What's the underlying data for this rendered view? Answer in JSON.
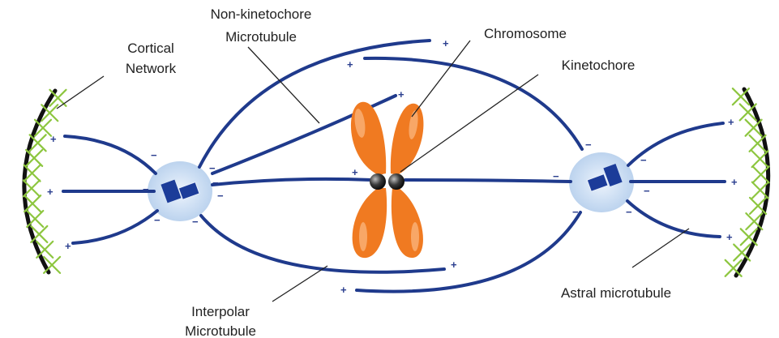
{
  "labels": {
    "non_kinetochore_line1": "Non-kinetochore",
    "non_kinetochore_line2": "Microtubule",
    "chromosome": "Chromosome",
    "kinetochore": "Kinetochore",
    "cortical_line1": "Cortical",
    "cortical_line2": "Network",
    "interpolar_line1": "Interpolar",
    "interpolar_line2": "Microtubule",
    "astral": "Astral microtubule"
  },
  "signs": {
    "plus": "+",
    "minus": "−"
  },
  "colors": {
    "microtubule": "#1f3a8c",
    "chromosome": "#f07a21",
    "cortical_network": "#8dc63f",
    "centrosome_glow": "#c9dcf2",
    "centriole": "#1c3c99"
  }
}
